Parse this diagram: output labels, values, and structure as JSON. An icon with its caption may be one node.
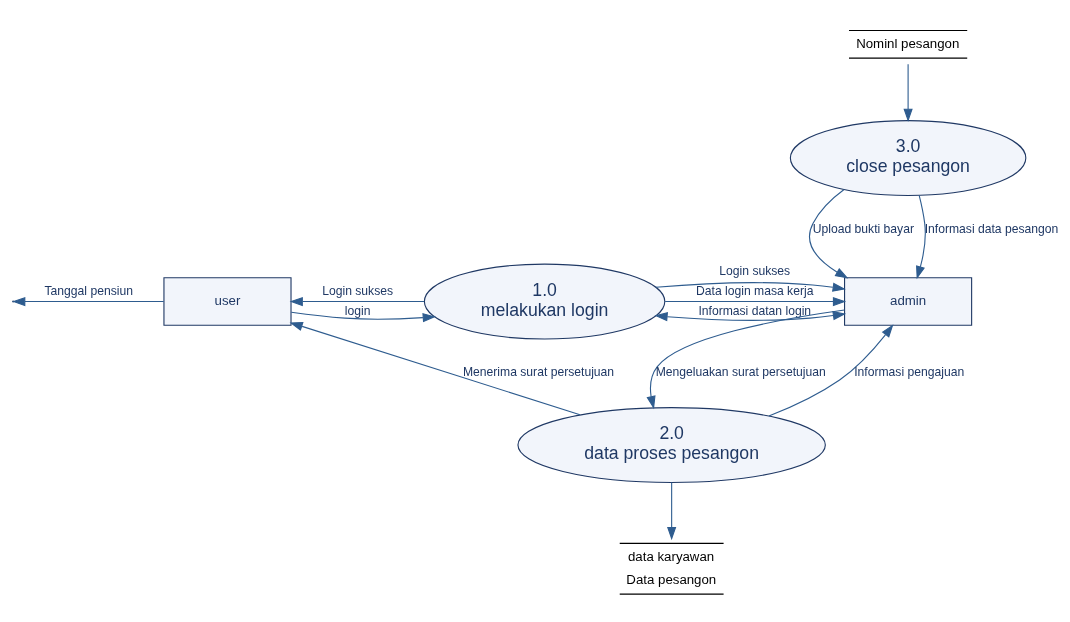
{
  "diagram": {
    "nodes": [
      {
        "text": [
          "user"
        ]
      },
      {
        "text": [
          "1.0",
          "melakukan login"
        ]
      },
      {
        "text": [
          "admin"
        ]
      },
      {
        "text": [
          "data karyawan",
          "Data pesangon"
        ]
      },
      {
        "text": [
          "2.0",
          "data proses pesangon"
        ]
      },
      {
        "text": [
          "Nominl pesangon"
        ]
      },
      {
        "text": [
          "3.0",
          "close pesangon"
        ]
      }
    ],
    "edges": [
      {
        "from": 0,
        "to": 1,
        "arrow": "to",
        "label": "login"
      },
      {
        "from": 1,
        "to": 0,
        "arrow": "to",
        "label": "Login sukses"
      },
      {
        "from": 1,
        "to": 2,
        "arrow": "to",
        "label": "Login sukses"
      },
      {
        "from": 1,
        "to": 2,
        "arrow": "both",
        "label": "Informasi datan login"
      },
      {
        "from": 1,
        "to": 2,
        "arrow": "to",
        "label": "Data login masa kerja"
      },
      {
        "from": 4,
        "to": 3,
        "arrow": "to"
      },
      {
        "from": 0,
        "to": null,
        "arrow": "to",
        "label": "Tanggal pensiun"
      },
      {
        "from": 4,
        "to": 0,
        "arrow": "to",
        "label": "Menerima surat persetujuan"
      },
      {
        "from": 4,
        "to": 2,
        "arrow": "to",
        "label": "Informasi pengajuan"
      },
      {
        "from": 6,
        "to": 2,
        "arrow": "to",
        "label": "Upload bukti bayar"
      },
      {
        "from": 2,
        "to": 4,
        "arrow": "to",
        "label": "Mengeluakan surat persetujuan"
      },
      {
        "from": 5,
        "to": 6,
        "arrow": "to"
      },
      {
        "from": 6,
        "to": 2,
        "arrow": "to",
        "label": "Informasi data pesangon"
      }
    ]
  }
}
